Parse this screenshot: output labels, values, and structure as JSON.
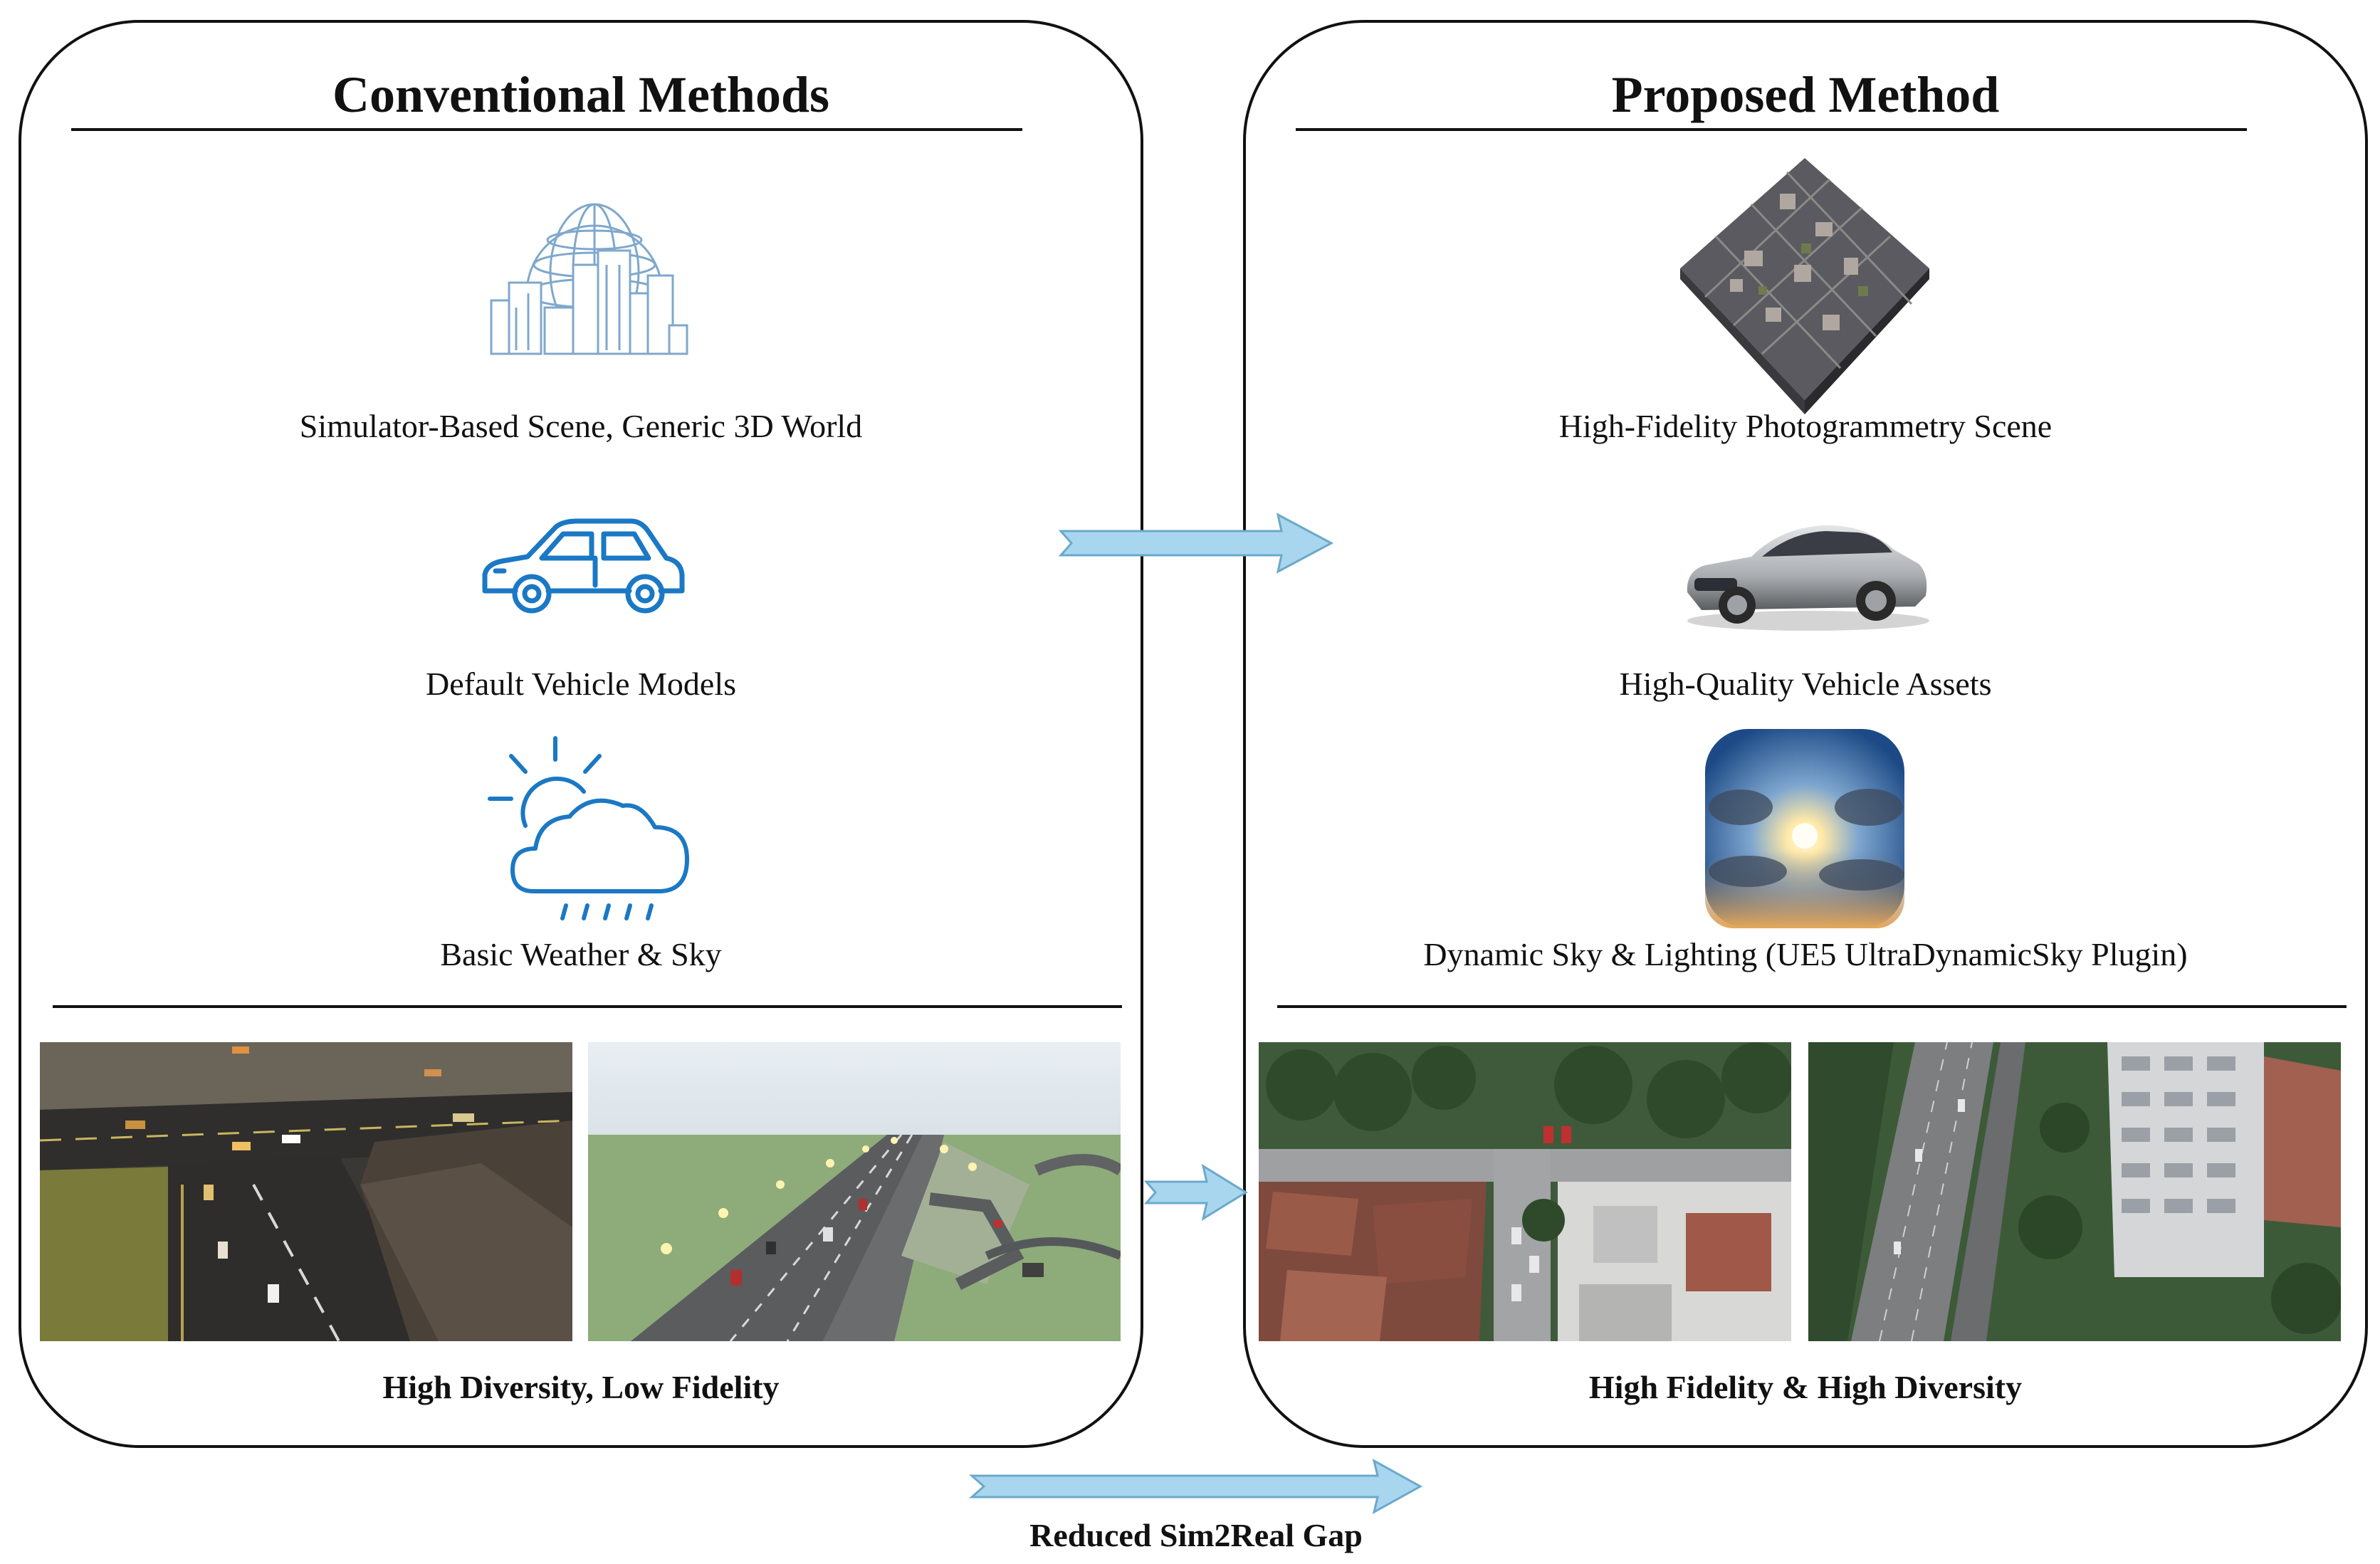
{
  "left": {
    "title": "Conventional Methods",
    "items": [
      {
        "label": "Simulator-Based Scene, Generic 3D World",
        "icon": "globe-city-icon"
      },
      {
        "label": "Default Vehicle Models",
        "icon": "car-outline-icon"
      },
      {
        "label": "Basic Weather & Sky",
        "icon": "weather-icon"
      }
    ],
    "caption": "High Diversity, Low Fidelity",
    "images": [
      "simulator-intersection-image",
      "simulator-highway-image"
    ]
  },
  "right": {
    "title": "Proposed Method",
    "items": [
      {
        "label": "High-Fidelity Photogrammetry Scene",
        "icon": "photogrammetry-city-image"
      },
      {
        "label": "High-Quality Vehicle Assets",
        "icon": "sedan-photo-image"
      },
      {
        "label": "Dynamic Sky & Lighting (UE5 UltraDynamicSky Plugin)",
        "icon": "sky-sunburst-image"
      }
    ],
    "caption": "High Fidelity & High Diversity",
    "images": [
      "aerial-neighborhood-image",
      "aerial-highway-image"
    ]
  },
  "bottom_caption": "Reduced Sim2Real Gap",
  "colors": {
    "arrow_fill": "#a8d6ee",
    "arrow_stroke": "#6aa9cc",
    "icon_blue": "#1b78c4",
    "icon_light": "#7fa8cc"
  }
}
